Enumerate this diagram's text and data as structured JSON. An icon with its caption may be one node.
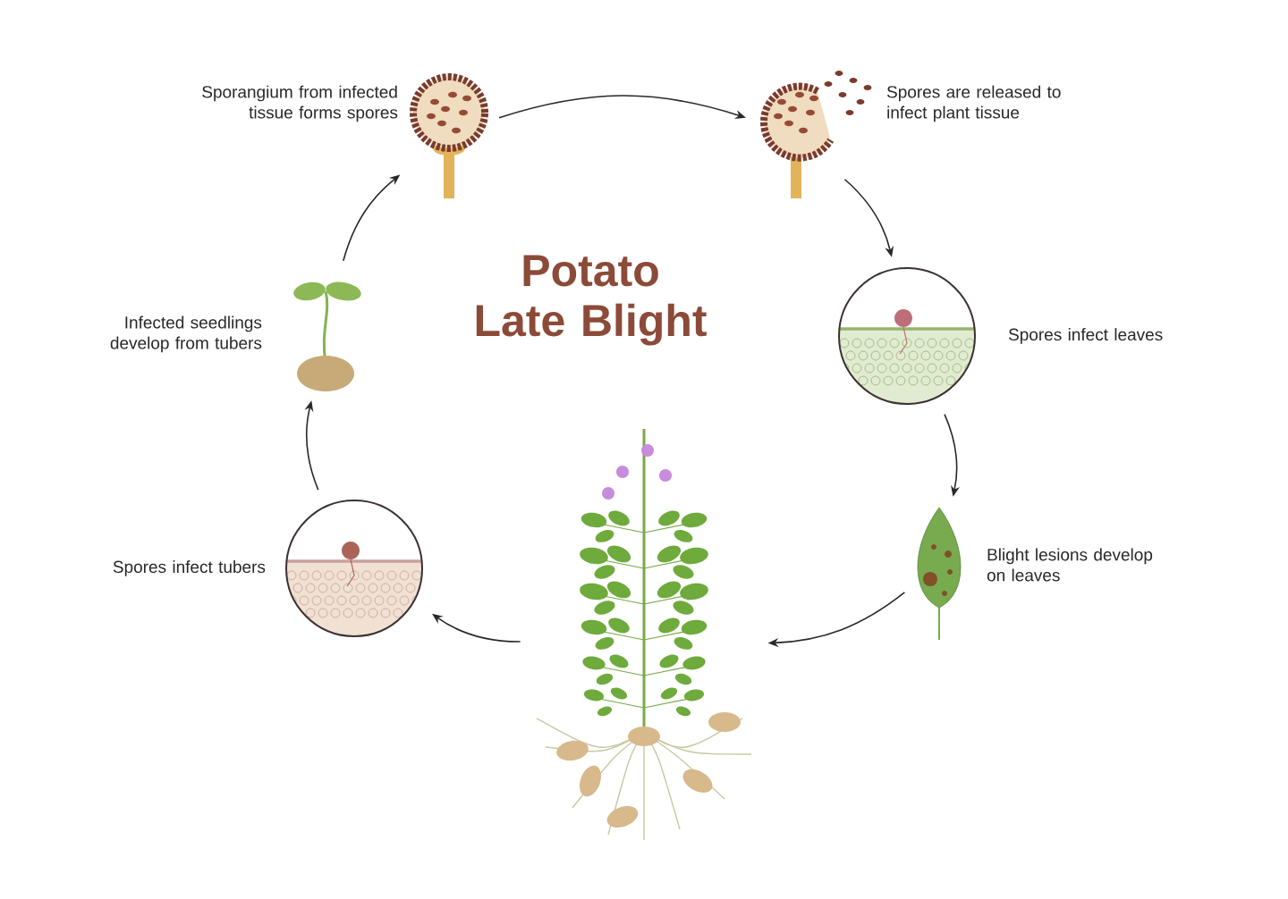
{
  "diagram": {
    "title": "Potato Late Blight",
    "nodes": [
      {
        "text": [],
        "shape": "picture",
        "beside": [
          "Sporangium from infected tissue forms spores"
        ]
      },
      {
        "text": [],
        "shape": "picture",
        "beside": [
          "Spores are released to infect plant tissue"
        ]
      },
      {
        "text": [],
        "shape": "picture",
        "beside": [
          "Spores infect leaves"
        ]
      },
      {
        "text": [],
        "shape": "picture",
        "beside": [
          "Blight lesions develop on leaves"
        ]
      },
      {
        "text": [],
        "shape": "picture"
      },
      {
        "text": [],
        "shape": "picture",
        "beside": [
          "Spores infect tubers"
        ]
      },
      {
        "text": [],
        "shape": "picture",
        "beside": [
          "Infected seedlings develop from tubers"
        ]
      }
    ],
    "edges": [
      {
        "from": 0,
        "to": 1,
        "arrow": "to"
      },
      {
        "from": 1,
        "to": 2,
        "arrow": "to"
      },
      {
        "from": 2,
        "to": 3,
        "arrow": "to"
      },
      {
        "from": 3,
        "to": 4,
        "arrow": "to"
      },
      {
        "from": 4,
        "to": 5,
        "arrow": "to"
      },
      {
        "from": 5,
        "to": 6,
        "arrow": "to"
      },
      {
        "from": 6,
        "to": 0,
        "arrow": "to"
      }
    ]
  }
}
